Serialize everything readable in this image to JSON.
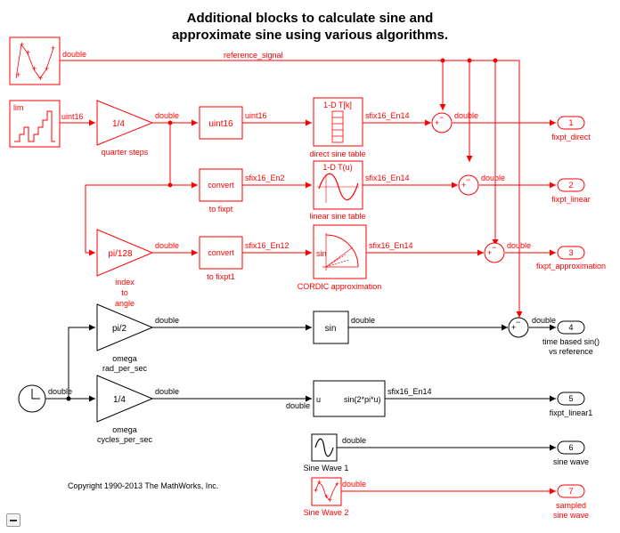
{
  "title": {
    "line1": "Additional blocks to calculate sine and",
    "line2": "approximate sine using various algorithms."
  },
  "copyright": "Copyright 1990-2013 The MathWorks, Inc.",
  "colors": {
    "active": "#ff0000",
    "normal": "#000000"
  },
  "blocks": {
    "lim": {
      "text": "lim"
    },
    "quarter_steps": {
      "text": "1/4",
      "label": "quarter steps"
    },
    "uint16_conv": {
      "text": "uint16"
    },
    "direct_table": {
      "text": "1-D T[k]",
      "label": "direct sine table"
    },
    "convert1": {
      "text": "convert",
      "label": "to fixpt"
    },
    "linear_table": {
      "text": "1-D T(u)",
      "label": "linear sine table"
    },
    "pi_128": {
      "text": "pi/128",
      "label1": "index",
      "label2": "to",
      "label3": "angle"
    },
    "convert2": {
      "text": "convert",
      "label": "to fixpt1"
    },
    "cordic": {
      "text": "sin",
      "label": "CORDIC approximation"
    },
    "pi_2": {
      "text": "pi/2",
      "label1": "omega",
      "label2": "rad_per_sec"
    },
    "sin_fn": {
      "text": "sin"
    },
    "quarter2": {
      "text": "1/4",
      "label1": "omega",
      "label2": "cycles_per_sec"
    },
    "sin_table2": {
      "port": "u",
      "text": "sin(2*pi*u)"
    },
    "sine_wave1": {
      "label": "Sine Wave 1"
    },
    "sine_wave2": {
      "label": "Sine Wave 2"
    }
  },
  "signals": {
    "reference": "reference_signal",
    "double": "double",
    "uint16": "uint16",
    "sfix16_En14": "sfix16_En14",
    "sfix16_En2": "sfix16_En2",
    "sfix16_En12": "sfix16_En12"
  },
  "outports": [
    {
      "num": "1",
      "label": "fixpt_direct"
    },
    {
      "num": "2",
      "label": "fixpt_linear"
    },
    {
      "num": "3",
      "label": "fixpt_approximation"
    },
    {
      "num": "4",
      "label1": "time based sin()",
      "label2": "vs reference"
    },
    {
      "num": "5",
      "label": "fixpt_linear1"
    },
    {
      "num": "6",
      "label": "sine wave"
    },
    {
      "num": "7",
      "label1": "sampled",
      "label2": "sine wave"
    }
  ]
}
